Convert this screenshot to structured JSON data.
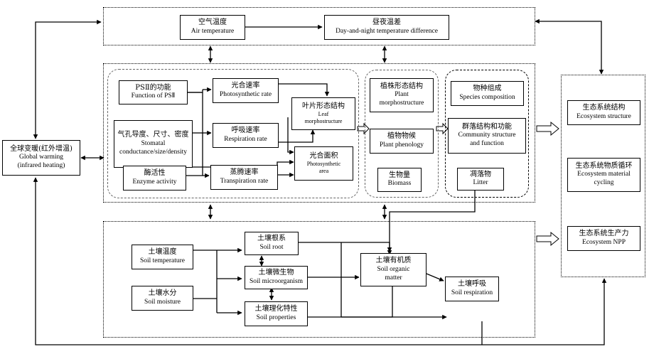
{
  "nodes": {
    "air_temp": {
      "zh": "空气温度",
      "en": "Air temperature"
    },
    "day_night": {
      "zh": "昼夜温差",
      "en": "Day-and-night temperature difference"
    },
    "psii": {
      "zh": "PSⅡ的功能",
      "en": "Function of PSⅡ"
    },
    "photo_rate": {
      "zh": "光合速率",
      "en": "Photosynthetic rate"
    },
    "leaf_morph": {
      "zh": "叶片形态结构",
      "en1": "Leaf",
      "en2": "morphostructure"
    },
    "stomatal": {
      "zh": "气孔导度、尺寸、密度",
      "en1": "Stomatal",
      "en2": "conductance/size/density"
    },
    "resp_rate": {
      "zh": "呼吸速率",
      "en": "Respiration rate"
    },
    "photo_area": {
      "zh": "光合面积",
      "en1": "Photosynthetic",
      "en2": "area"
    },
    "enzyme": {
      "zh": "酶活性",
      "en": "Enzyme activity"
    },
    "transp": {
      "zh": "蒸腾速率",
      "en": "Transpiration rate"
    },
    "plant_morph": {
      "zh": "植株形态结构",
      "en1": "Plant",
      "en2": "morphostructure"
    },
    "phenology": {
      "zh": "植物物候",
      "en": "Plant phenology"
    },
    "biomass": {
      "zh": "生物量",
      "en": "Biomass"
    },
    "species": {
      "zh": "物种组成",
      "en": "Species composition"
    },
    "community": {
      "zh": "群落结构和功能",
      "en1": "Community structure",
      "en2": "and function"
    },
    "litter": {
      "zh": "凋落物",
      "en": "Litter"
    },
    "global": {
      "zh": "全球变暖(红外增温)",
      "en1": "Global warming",
      "en2": "(infrared heating)"
    },
    "soil_temp": {
      "zh": "土壤温度",
      "en": "Soil temperature"
    },
    "soil_moist": {
      "zh": "土壤水分",
      "en": "Soil moisture"
    },
    "soil_root": {
      "zh": "土壤根系",
      "en": "Soil root"
    },
    "soil_micro": {
      "zh": "土壤微生物",
      "en": "Soil microorganism"
    },
    "soil_prop": {
      "zh": "土壤理化特性",
      "en": "Soil properties"
    },
    "soil_om": {
      "zh": "土壤有机质",
      "en1": "Soil organic",
      "en2": "matter"
    },
    "soil_resp": {
      "zh": "土壤呼吸",
      "en": "Soil respiration"
    },
    "eco_struct": {
      "zh": "生态系统结构",
      "en": "Ecosystem structure"
    },
    "eco_cycle": {
      "zh": "生态系统物质循环",
      "en1": "Ecosystem material",
      "en2": "cycling"
    },
    "eco_npp": {
      "zh": "生态系统生产力",
      "en": "Ecosystem NPP"
    }
  }
}
